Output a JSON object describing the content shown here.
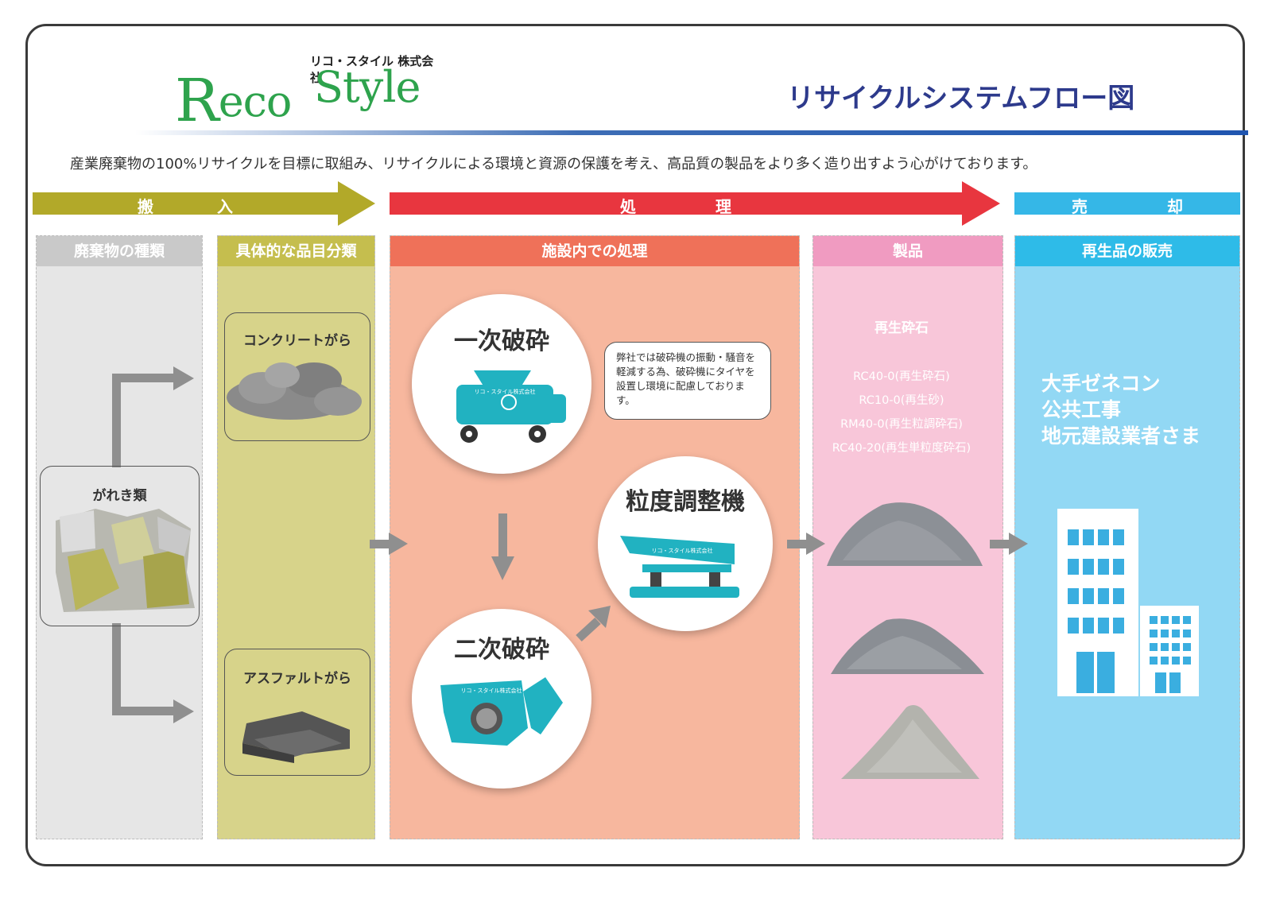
{
  "logo": {
    "company_kana": "リコ・スタイル 株式会社",
    "word1": "eco",
    "word1_initial": "R",
    "word2": "Style"
  },
  "title": "リサイクルシステムフロー図",
  "tagline": "産業廃棄物の100%リサイクルを目標に取組み、リサイクルによる環境と資源の保護を考え、高品質の製品をより多く造り出すよう心がけております。",
  "phases": {
    "carry_in": "搬　　　　入",
    "process": "処　　　　　理",
    "sale": "売　　　　　却"
  },
  "columns": {
    "waste_types": "廃棄物の種類",
    "items": "具体的な品目分類",
    "processing": "施設内での処理",
    "products": "製品",
    "sales": "再生品の販売"
  },
  "waste": {
    "rubble": "がれき類"
  },
  "items": {
    "concrete": "コンクリートがら",
    "asphalt": "アスファルトがら"
  },
  "processing": {
    "primary": "一次破砕",
    "secondary": "二次破砕",
    "grading": "粒度調整機",
    "machine_label": "リコ・スタイル株式会社",
    "note": "弊社では破砕機の振動・騒音を軽減する為、破砕機にタイヤを設置し環境に配慮しております。"
  },
  "products": {
    "title": "再生砕石",
    "list": [
      "RC40-0(再生砕石)",
      "RC10-0(再生砂)",
      "RM40-0(再生粒調砕石)",
      "RC40-20(再生単粒度砕石)"
    ]
  },
  "sales": {
    "buyers": [
      "大手ゼネコン",
      "公共工事",
      "地元建設業者さま"
    ]
  },
  "colors": {
    "carry_in": "#b2a929",
    "process": "#e8363f",
    "sale": "#35b7e7",
    "col_waste": "#c9c9c9",
    "col_items": "#c5be4e",
    "col_processing": "#ef7159",
    "col_products": "#f09bc1",
    "col_sales": "#2ebbe8",
    "machine": "#21b2c1",
    "title": "#2d3a8c",
    "logo": "#2ea34d"
  }
}
